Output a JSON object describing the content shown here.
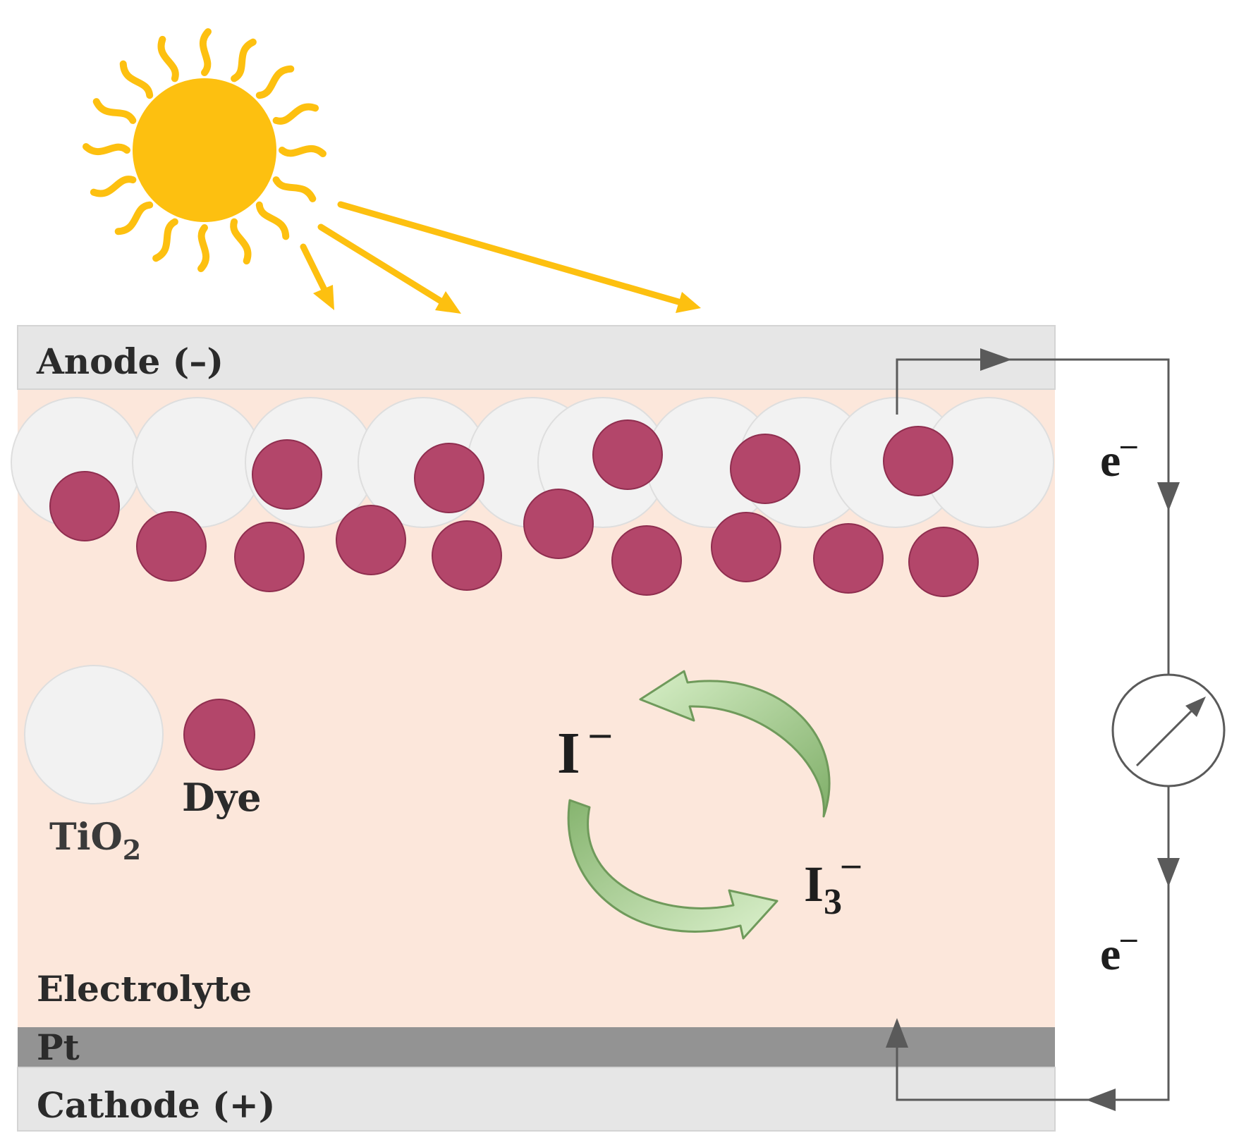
{
  "labels": {
    "anode": "Anode (–)",
    "electrolyte": "Electrolyte",
    "pt": "Pt",
    "cathode": "Cathode (+)",
    "tio2_main": "TiO",
    "tio2_sub": "2",
    "dye": "Dye",
    "electron_top": "e",
    "electron_bottom": "e",
    "electron_sup": "–",
    "iodide": "I",
    "iodide_sup": "–",
    "triiodide": "I",
    "triiodide_sub": "3",
    "triiodide_sup": "–"
  },
  "icons": {
    "sun": "sun-icon",
    "meter": "ammeter-icon"
  },
  "colors": {
    "sun": "#FDC010",
    "electrode": "#E6E6E6",
    "electrolyte": "#FCE7DB",
    "platinum": "#939393",
    "tio2_particle": "#F2F2F2",
    "dye": "#B3466A",
    "circuit": "#5A5A5A",
    "redox_arrow": "#8DBF74"
  }
}
